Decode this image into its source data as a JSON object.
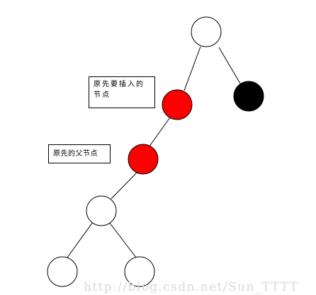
{
  "diagram": {
    "nodes": [
      {
        "id": "root",
        "fill": "#ffffff"
      },
      {
        "id": "original-insert-node",
        "fill": "#ff0000"
      },
      {
        "id": "black-uncle",
        "fill": "#000000"
      },
      {
        "id": "original-parent",
        "fill": "#ff0000"
      },
      {
        "id": "grandchild",
        "fill": "#ffffff"
      },
      {
        "id": "left-leaf",
        "fill": "#ffffff"
      },
      {
        "id": "right-leaf",
        "fill": "#ffffff"
      }
    ],
    "edges": [
      [
        "root",
        "original-insert-node"
      ],
      [
        "root",
        "black-uncle"
      ],
      [
        "original-insert-node",
        "original-parent"
      ],
      [
        "original-parent",
        "grandchild"
      ],
      [
        "grandchild",
        "left-leaf"
      ],
      [
        "grandchild",
        "right-leaf"
      ]
    ],
    "labels": {
      "original_insert_node": "原先要插入的\n节点",
      "original_parent": "原先的父节点"
    }
  },
  "watermark": "http://blog.csdn.net/Sun_TTTT",
  "colors": {
    "red": "#ff0000",
    "black": "#000000",
    "white": "#ffffff",
    "stroke": "#000000",
    "watermark": "#d8d8d8"
  }
}
